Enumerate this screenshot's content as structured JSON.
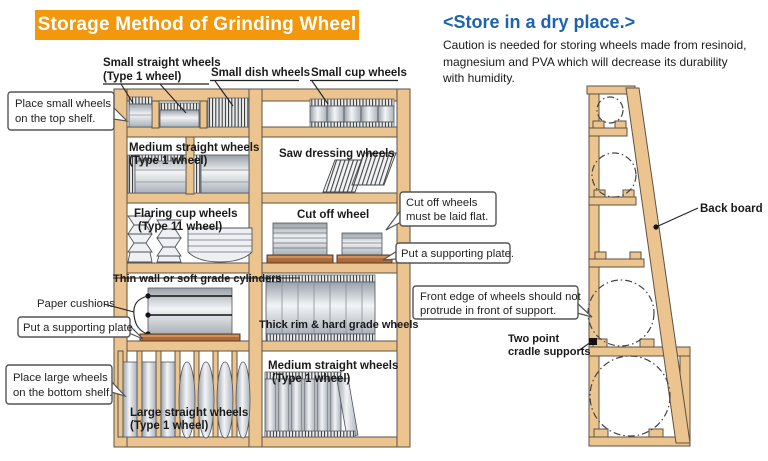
{
  "title": "Storage Method of Grinding Wheel",
  "note": {
    "heading": "<Store in a dry place.>",
    "line1": "Caution is needed for storing wheels made from resinoid,",
    "line2": "magnesium and PVA which will decrease its durability",
    "line3": "with humidity."
  },
  "labels": {
    "small_straight": {
      "l1": "Small straight wheels",
      "l2": "(Type 1 wheel)"
    },
    "small_dish": "Small dish wheels",
    "small_cup": "Small cup wheels",
    "medium_straight_top": {
      "l1": "Medium straight wheels",
      "l2": "(Type 1 wheel)"
    },
    "saw_dressing": "Saw dressing wheels",
    "flaring_cup": {
      "l1": "Flaring cup wheels",
      "l2": "(Type 11 wheel)"
    },
    "cut_off": "Cut off wheel",
    "thin_wall": "Thin wall or soft grade cylinders",
    "thick_rim": "Thick rim & hard grade wheels",
    "large_straight": {
      "l1": "Large straight wheels",
      "l2": "(Type 1 wheel)"
    },
    "medium_straight_bottom": {
      "l1": "Medium straight wheels",
      "l2": "(Type 1 wheel)"
    },
    "paper_cushions": "Paper cushions",
    "back_board": "Back board",
    "two_point": {
      "l1": "Two point",
      "l2": "cradle supports"
    }
  },
  "callouts": {
    "place_small": {
      "l1": "Place small wheels",
      "l2": "on the top shelf."
    },
    "put_plate_left": "Put a supporting plate.",
    "place_large": {
      "l1": "Place large wheels",
      "l2": "on the bottom shelf."
    },
    "cut_off_flat": {
      "l1": "Cut off wheels",
      "l2": "must be laid flat."
    },
    "put_plate_right": "Put a supporting plate.",
    "front_edge": {
      "l1": "Front edge of wheels should not",
      "l2": "protrude in front of support."
    }
  },
  "colors": {
    "accent_orange": "#F3970D",
    "heading_blue": "#1E63AE",
    "wood": "#ECC48F",
    "plate_brown": "#B06A3A"
  }
}
